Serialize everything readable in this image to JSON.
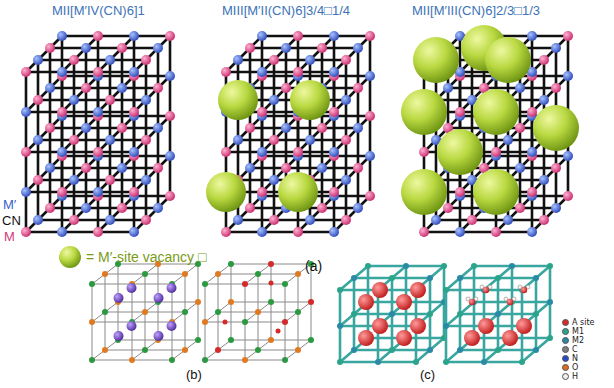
{
  "diagram": {
    "labels": [
      "MII[M′IV(CN)6]1",
      "MIII[M′II(CN)6]3/4□1/4",
      "MII[M′III(CN)6]2/3□1/3",
      "M′",
      "CN",
      "M",
      "= M′-site vacancy □",
      "(a)",
      "(b)",
      "(c)"
    ],
    "legend": [
      {
        "text": "A site",
        "color": "#d42a2a"
      },
      {
        "text": "M1",
        "color": "#2aa58a"
      },
      {
        "text": "M2",
        "color": "#2a8aa5"
      },
      {
        "text": "C",
        "color": "#808080"
      },
      {
        "text": "N",
        "color": "#2a48c8"
      },
      {
        "text": "O",
        "color": "#e06a20"
      },
      {
        "text": "H",
        "color": "#eeeeee"
      }
    ]
  }
}
